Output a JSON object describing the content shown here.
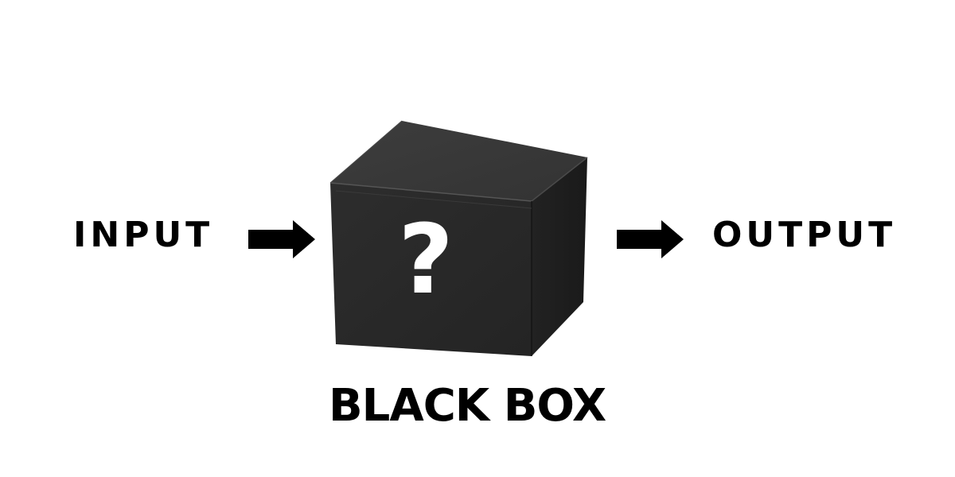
{
  "diagram": {
    "input_label": "INPUT",
    "output_label": "OUTPUT",
    "box_symbol": "?",
    "caption": "BLACK BOX"
  },
  "icons": {
    "input_arrow": "right-arrow-icon",
    "output_arrow": "right-arrow-icon",
    "box": "black-box-icon"
  },
  "colors": {
    "text": "#000000",
    "box_front": "#2a2a2a",
    "box_top": "#3a3a3a",
    "box_side": "#1f1f1f",
    "question_mark": "#ffffff",
    "background": "#ffffff"
  }
}
